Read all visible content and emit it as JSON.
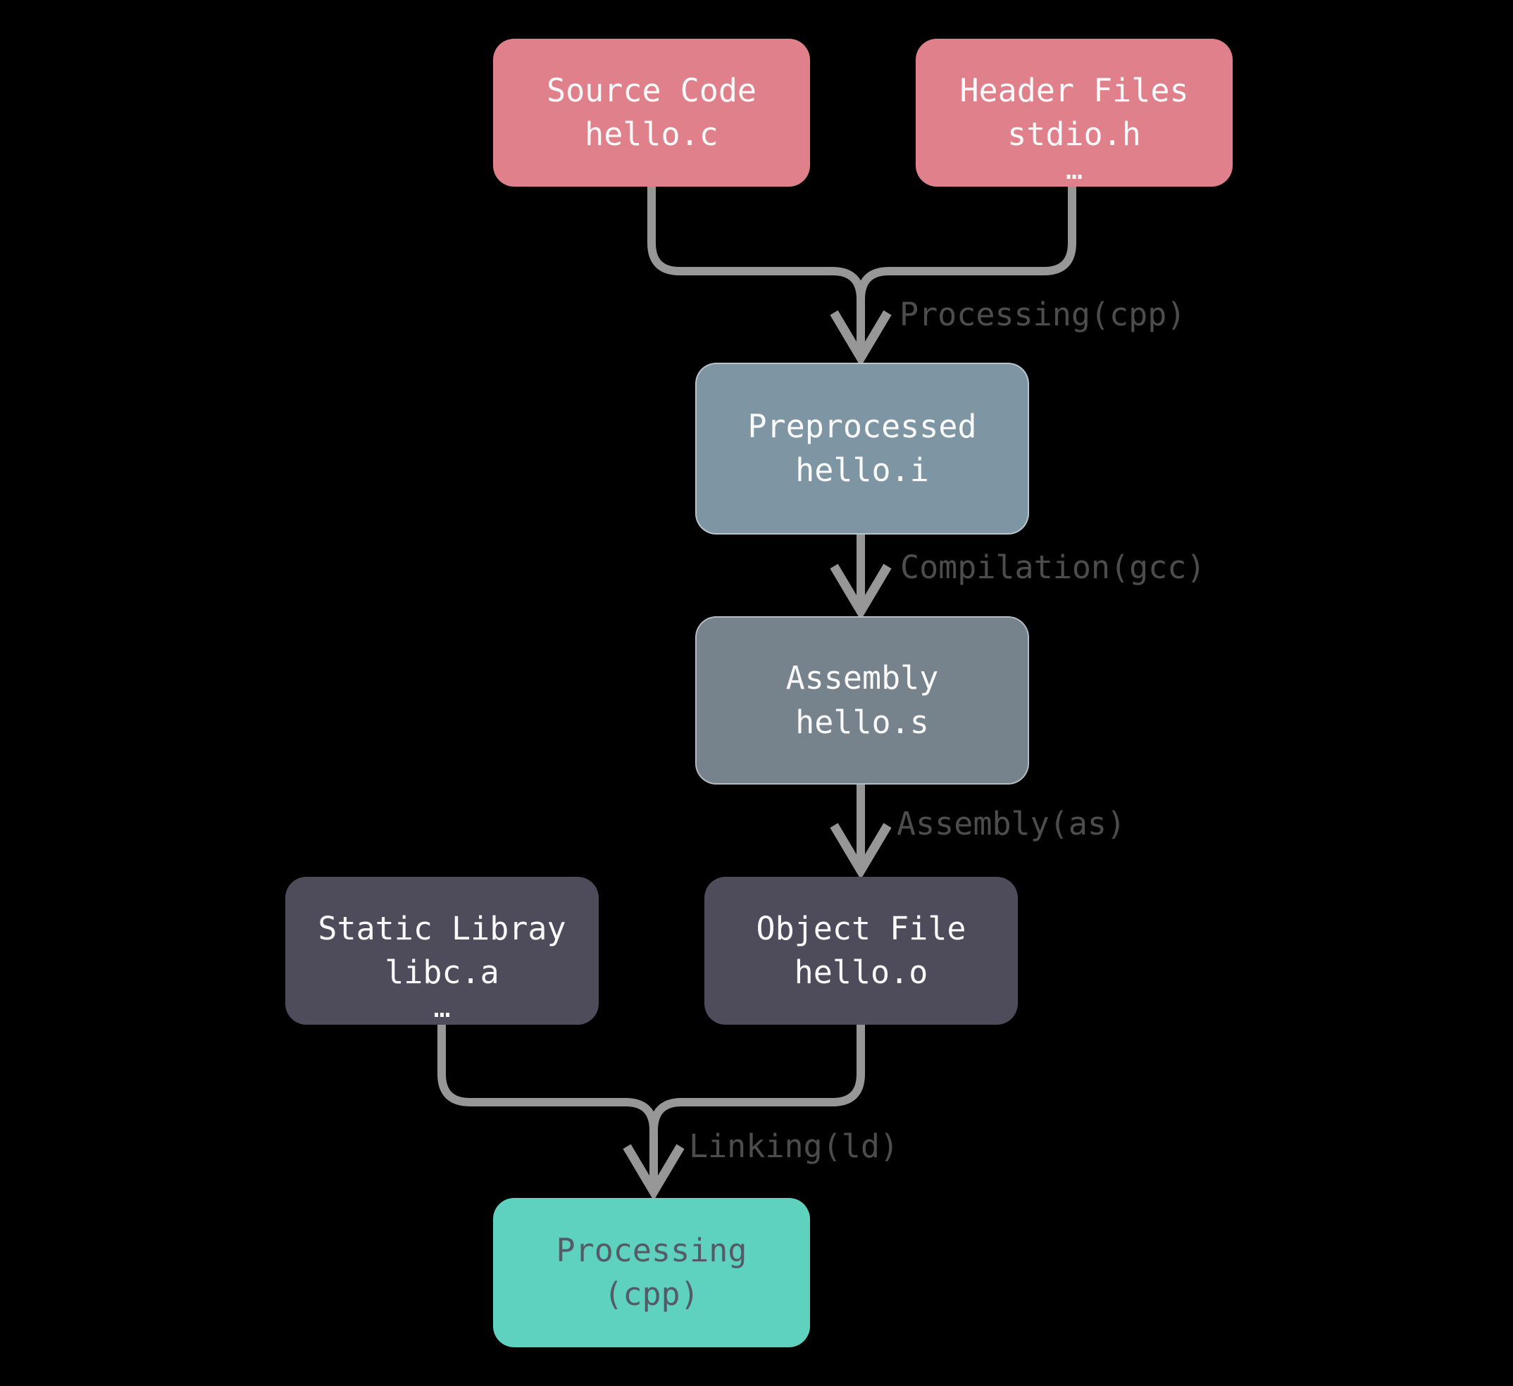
{
  "diagram": {
    "title": "C compilation process flowchart",
    "background_color": "#000000",
    "connector_color": "#979797",
    "edge_label_color": "#4d4d4d",
    "nodes": [
      {
        "id": "source-code",
        "title": "Source Code",
        "subtitle": "hello.c",
        "ellipsis": "",
        "fill": "#e0808b",
        "text_color": "#fafafa"
      },
      {
        "id": "header-files",
        "title": "Header Files",
        "subtitle": "stdio.h",
        "ellipsis": "…",
        "fill": "#e0808b",
        "text_color": "#fafafa"
      },
      {
        "id": "preprocessed",
        "title": "Preprocessed",
        "subtitle": "hello.i",
        "ellipsis": "",
        "fill": "#7e96a4",
        "text_color": "#fafafa"
      },
      {
        "id": "assembly",
        "title": "Assembly",
        "subtitle": "hello.s",
        "ellipsis": "",
        "fill": "#76828c",
        "text_color": "#fafafa"
      },
      {
        "id": "static-library",
        "title": "Static Libray",
        "subtitle": "libc.a",
        "ellipsis": "…",
        "fill": "#4e4c5b",
        "text_color": "#fafafa"
      },
      {
        "id": "object-file",
        "title": "Object File",
        "subtitle": "hello.o",
        "ellipsis": "",
        "fill": "#4e4c5b",
        "text_color": "#fafafa"
      },
      {
        "id": "output",
        "title": "Processing",
        "subtitle": "(cpp)",
        "ellipsis": "",
        "fill": "#5fd1bf",
        "text_color": "#555b66"
      }
    ],
    "edges": [
      {
        "id": "preprocessing",
        "from": "source-code + header-files",
        "to": "preprocessed",
        "label": "Processing(cpp)"
      },
      {
        "id": "compilation",
        "from": "preprocessed",
        "to": "assembly",
        "label": "Compilation(gcc)"
      },
      {
        "id": "assembling",
        "from": "assembly",
        "to": "object-file",
        "label": "Assembly(as)"
      },
      {
        "id": "linking",
        "from": "static-library + object-file",
        "to": "output",
        "label": "Linking(ld)"
      }
    ]
  }
}
